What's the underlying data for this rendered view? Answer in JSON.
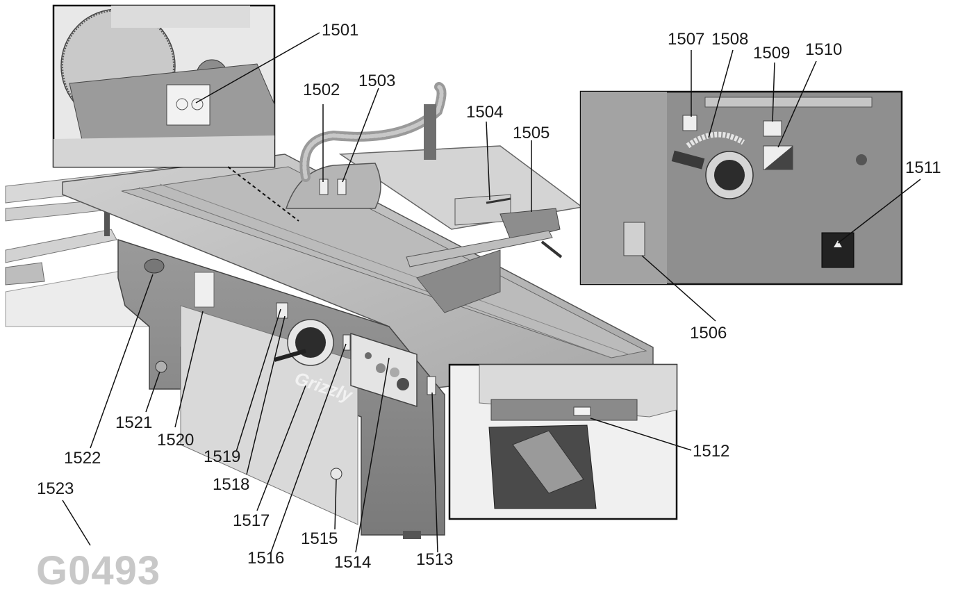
{
  "figure": {
    "model_label": "G0493",
    "brand_text": "Grizzly",
    "callouts": [
      {
        "id": "1501",
        "label": "1501"
      },
      {
        "id": "1502",
        "label": "1502"
      },
      {
        "id": "1503",
        "label": "1503"
      },
      {
        "id": "1504",
        "label": "1504"
      },
      {
        "id": "1505",
        "label": "1505"
      },
      {
        "id": "1506",
        "label": "1506"
      },
      {
        "id": "1507",
        "label": "1507"
      },
      {
        "id": "1508",
        "label": "1508"
      },
      {
        "id": "1509",
        "label": "1509"
      },
      {
        "id": "1510",
        "label": "1510"
      },
      {
        "id": "1511",
        "label": "1511"
      },
      {
        "id": "1512",
        "label": "1512"
      },
      {
        "id": "1513",
        "label": "1513"
      },
      {
        "id": "1514",
        "label": "1514"
      },
      {
        "id": "1515",
        "label": "1515"
      },
      {
        "id": "1516",
        "label": "1516"
      },
      {
        "id": "1517",
        "label": "1517"
      },
      {
        "id": "1518",
        "label": "1518"
      },
      {
        "id": "1519",
        "label": "1519"
      },
      {
        "id": "1520",
        "label": "1520"
      },
      {
        "id": "1521",
        "label": "1521"
      },
      {
        "id": "1522",
        "label": "1522"
      },
      {
        "id": "1523",
        "label": "1523"
      }
    ]
  },
  "colors": {
    "machine_body": "#8c8c8c",
    "machine_dark": "#5a5a5a",
    "table_top": "#c4c4c4",
    "panel_light": "#e2e2e2",
    "leader_line": "#111111",
    "model_label": "#c8c8c8"
  }
}
